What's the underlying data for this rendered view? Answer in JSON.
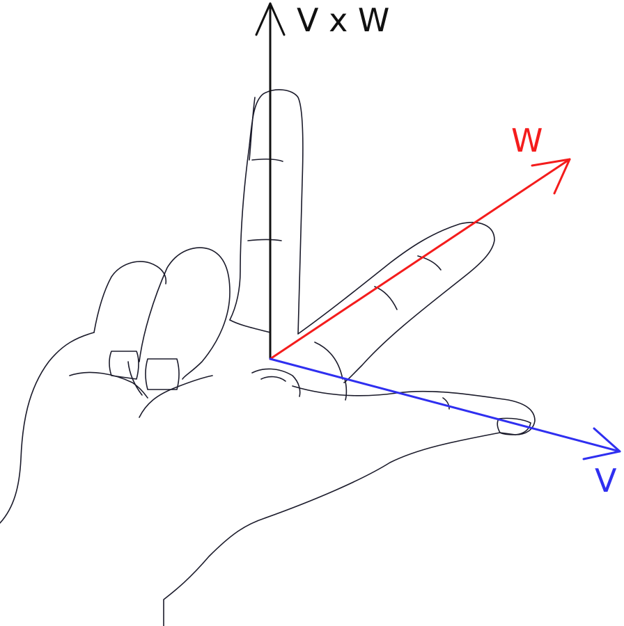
{
  "labels": {
    "cross_product": "V x W",
    "w": "W",
    "v": "V"
  },
  "colors": {
    "cross_product": "#111111",
    "w": "#f41c1c",
    "v": "#2f2ff0",
    "outline": "#1a1a2a"
  },
  "subject": "right-hand-rule"
}
